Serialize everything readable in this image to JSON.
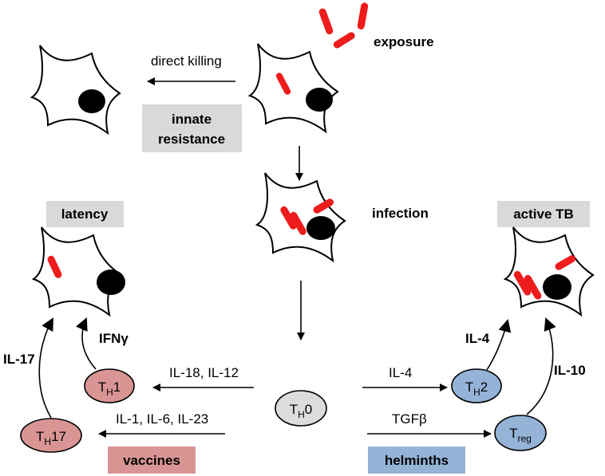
{
  "labels": {
    "exposure": "exposure",
    "direct_killing": "direct killing",
    "innate_resistance_line1": "innate",
    "innate_resistance_line2": "resistance",
    "infection": "infection",
    "latency": "latency",
    "active_tb": "active TB",
    "il17": "IL-17",
    "ifn": "IFNγ",
    "il4_right": "IL-4",
    "il10": "IL-10",
    "il18_il12": "IL-18, IL-12",
    "il1_il6_il23": "IL-1, IL-6, IL-23",
    "il4_mid": "IL-4",
    "tgfb": "TGFβ",
    "vaccines": "vaccines",
    "helminths": "helminths"
  },
  "cells": {
    "th1": {
      "main": "T",
      "sub": "H",
      "suffix": "1"
    },
    "th17": {
      "main": "T",
      "sub": "H",
      "suffix": "17"
    },
    "th0": {
      "main": "T",
      "sub": "H",
      "suffix": "0"
    },
    "th2": {
      "main": "T",
      "sub": "H",
      "suffix": "2"
    },
    "treg": {
      "main": "T",
      "sub": "reg",
      "suffix": ""
    }
  },
  "colors": {
    "bacteria": "#ee1c1c",
    "label_box_gray": "#d9d9d9",
    "vaccines_box": "#d99594",
    "helminths_box": "#95b3d7",
    "th_red": "#d99594",
    "th_blue": "#95b3d7",
    "th0_gray": "#dcdcdc"
  }
}
